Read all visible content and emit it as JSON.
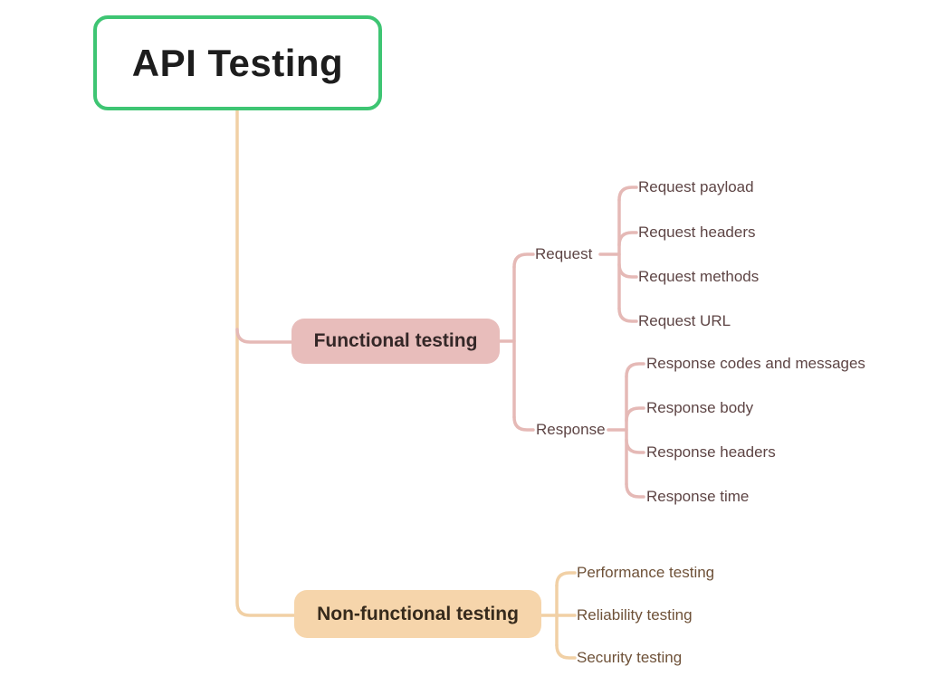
{
  "root": {
    "label": "API Testing"
  },
  "branches": {
    "functional": {
      "label": "Functional testing",
      "request": {
        "label": "Request",
        "children": [
          "Request payload",
          "Request headers",
          "Request methods",
          "Request URL"
        ]
      },
      "response": {
        "label": "Response",
        "children": [
          "Response codes and messages",
          "Response body",
          "Response headers",
          "Response time"
        ]
      }
    },
    "nonfunctional": {
      "label": "Non-functional testing",
      "children": [
        "Performance testing",
        "Reliability testing",
        "Security testing"
      ]
    }
  },
  "colors": {
    "root_border_green": "#3ec573",
    "functional_box_fill": "#e8bdbb",
    "functional_line_pink": "#e5b9b6",
    "functional_text": "#5e4545",
    "nonfunctional_box_fill": "#f6d5ab",
    "nonfunctional_line_tan": "#f1d0a5",
    "nonfunctional_text": "#6e5138",
    "root_text": "#1d1d1d"
  }
}
